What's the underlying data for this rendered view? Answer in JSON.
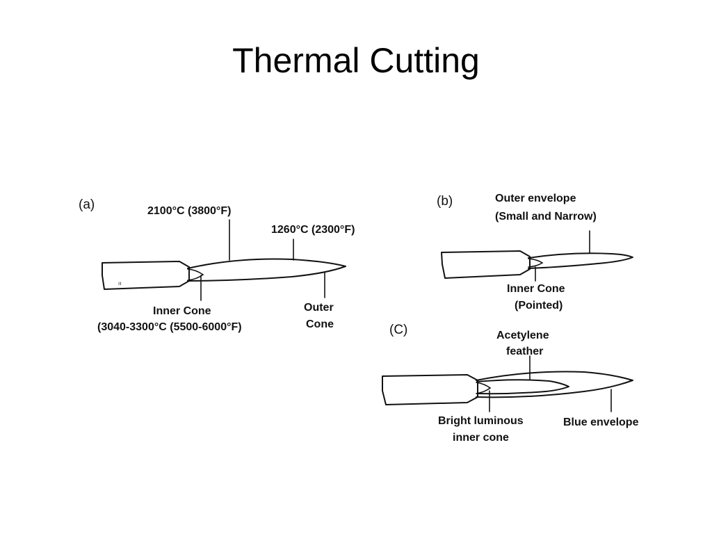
{
  "slide": {
    "title": "Thermal Cutting"
  },
  "panel_a": {
    "tag": "(a)",
    "temp_top": "2100°C (3800°F)",
    "temp_tip": "1260°C (2300°F)",
    "inner_cone_line1": "Inner Cone",
    "inner_cone_line2": "(3040-3300°C (5500-6000°F)",
    "outer_cone_line1": "Outer",
    "outer_cone_line2": "Cone"
  },
  "panel_b": {
    "tag": "(b)",
    "outer_env_line1": "Outer envelope",
    "outer_env_line2": "(Small and Narrow)",
    "inner_cone_line1": "Inner Cone",
    "inner_cone_line2": "(Pointed)"
  },
  "panel_c": {
    "tag": "(C)",
    "feather_line1": "Acetylene",
    "feather_line2": "feather",
    "bright_line1": "Bright luminous",
    "bright_line2": "inner cone",
    "blue_env": "Blue envelope"
  },
  "colors": {
    "ink": "#111111",
    "background": "#ffffff"
  }
}
